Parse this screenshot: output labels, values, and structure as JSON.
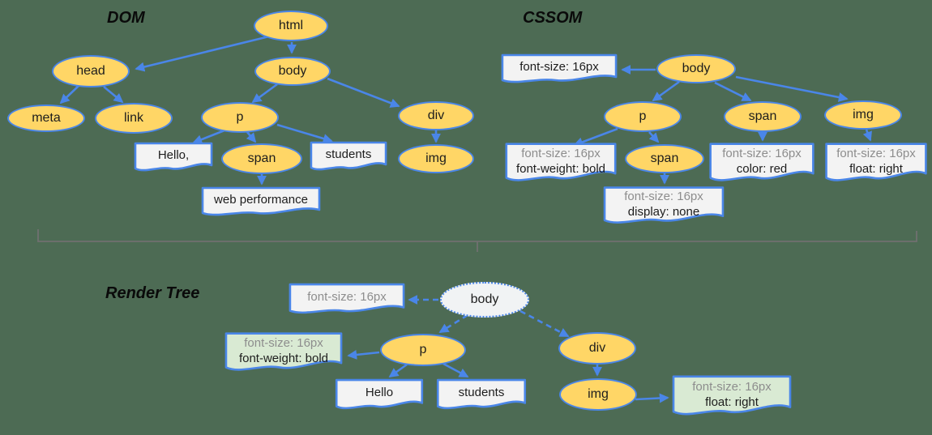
{
  "colors": {
    "background": "#4d6b54",
    "node_fill": "#ffd666",
    "node_stroke": "#4a86e8",
    "box_fill": "#f3f3f3",
    "matched_box_fill": "#d9ead3",
    "render_body_fill": "#f1f3f4",
    "muted_text": "#8d8d8d",
    "text": "#1d1d1d",
    "brace_line": "#707070"
  },
  "dom": {
    "title": "DOM",
    "html": "html",
    "head": "head",
    "body": "body",
    "meta": "meta",
    "link": "link",
    "p": "p",
    "div": "div",
    "span": "span",
    "img": "img",
    "text_hello": "Hello,",
    "text_students": "students",
    "text_web_performance": "web performance"
  },
  "cssom": {
    "title": "CSSOM",
    "body": "body",
    "p": "p",
    "span": "span",
    "img": "img",
    "span_child": "span",
    "body_rule": "font-size: 16px",
    "p_rule_line1": "font-size: 16px",
    "p_rule_line2": "font-weight: bold",
    "span_rule_line1": "font-size: 16px",
    "span_rule_line2": "color: red",
    "img_rule_line1": "font-size: 16px",
    "img_rule_line2": "float: right",
    "span_child_rule_line1": "font-size: 16px",
    "span_child_rule_line2": "display: none"
  },
  "render_tree": {
    "title": "Render Tree",
    "body": "body",
    "p": "p",
    "div": "div",
    "img": "img",
    "text_hello": "Hello",
    "text_students": "students",
    "body_rule": "font-size: 16px",
    "p_rule_line1": "font-size: 16px",
    "p_rule_line2": "font-weight: bold",
    "img_rule_line1": "font-size: 16px",
    "img_rule_line2": "float: right"
  }
}
